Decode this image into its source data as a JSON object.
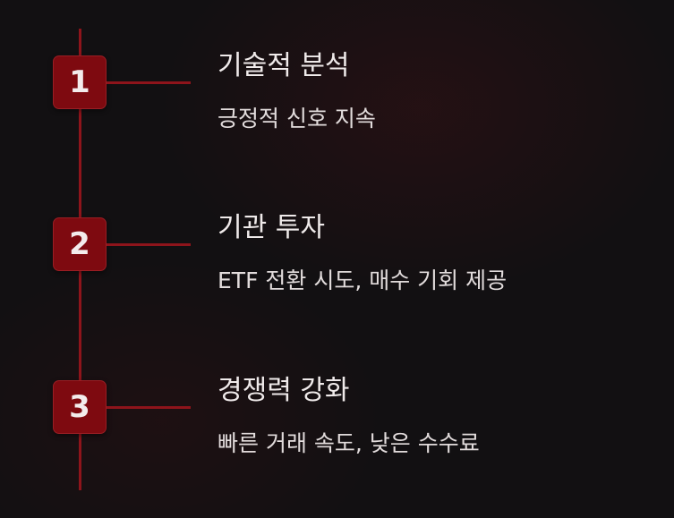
{
  "colors": {
    "background": "#121012",
    "accent": "#8e141b",
    "badge": "#7e0a10",
    "text": "#efeaea"
  },
  "steps": [
    {
      "number": "1",
      "title": "기술적 분석",
      "description": "긍정적 신호 지속"
    },
    {
      "number": "2",
      "title": "기관 투자",
      "description": "ETF 전환 시도, 매수 기회 제공"
    },
    {
      "number": "3",
      "title": "경쟁력 강화",
      "description": "빠른 거래 속도, 낮은 수수료"
    }
  ]
}
